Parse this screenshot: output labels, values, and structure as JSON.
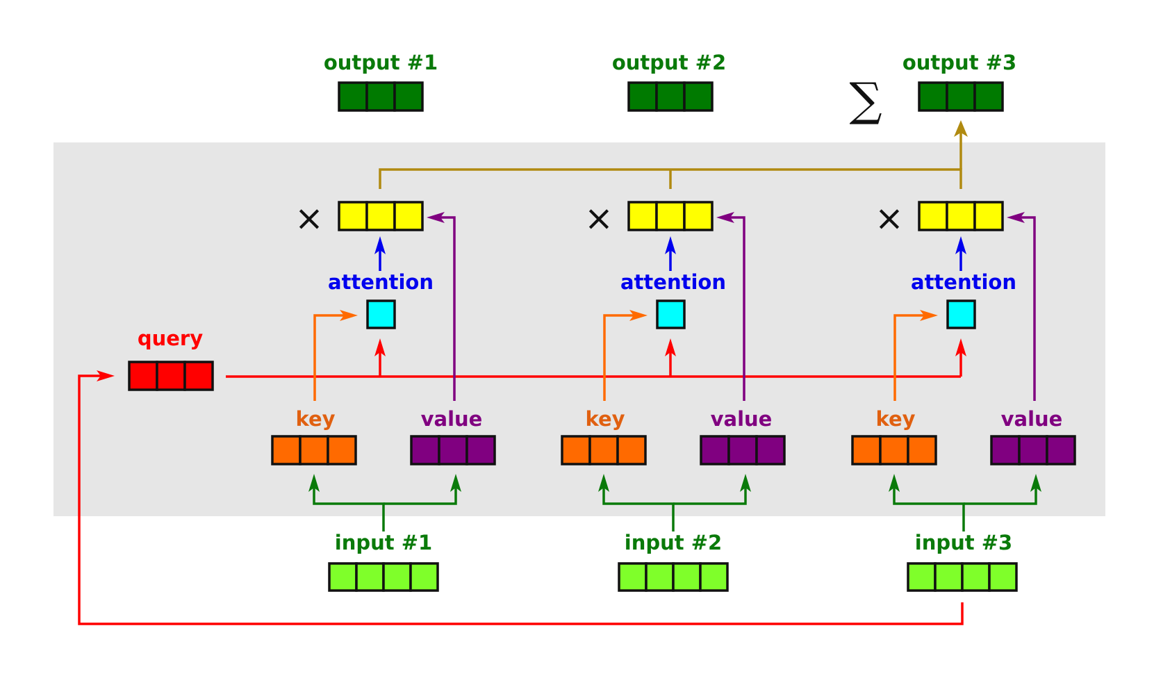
{
  "labels": {
    "output_1": "output #1",
    "output_2": "output #2",
    "output_3": "output #3",
    "attention": "attention",
    "query": "query",
    "key": "key",
    "value": "value",
    "input_1": "input #1",
    "input_2": "input #2",
    "input_3": "input #3",
    "sum_symbol": "∑",
    "times_symbol": "×"
  },
  "colors": {
    "panel_bg": "#e6e6e6",
    "output_fill": "#007a00",
    "output_text": "#0a7a0a",
    "weighted_fill": "#ffff00",
    "attention_text": "#0000ee",
    "attention_fill": "#00ffff",
    "query": "#ff0000",
    "key": "#ff6a00",
    "key_text": "#e06010",
    "value": "#800080",
    "input_fill": "#7fff2a",
    "input_text": "#0a7a0a",
    "input_arrow": "#0a7a0a",
    "sum_line": "#b08a10"
  },
  "vectors": {
    "output_cells": 3,
    "weighted_cells": 3,
    "query_cells": 3,
    "key_cells": 3,
    "value_cells": 3,
    "input_cells": 4,
    "attention_cells": 1
  }
}
